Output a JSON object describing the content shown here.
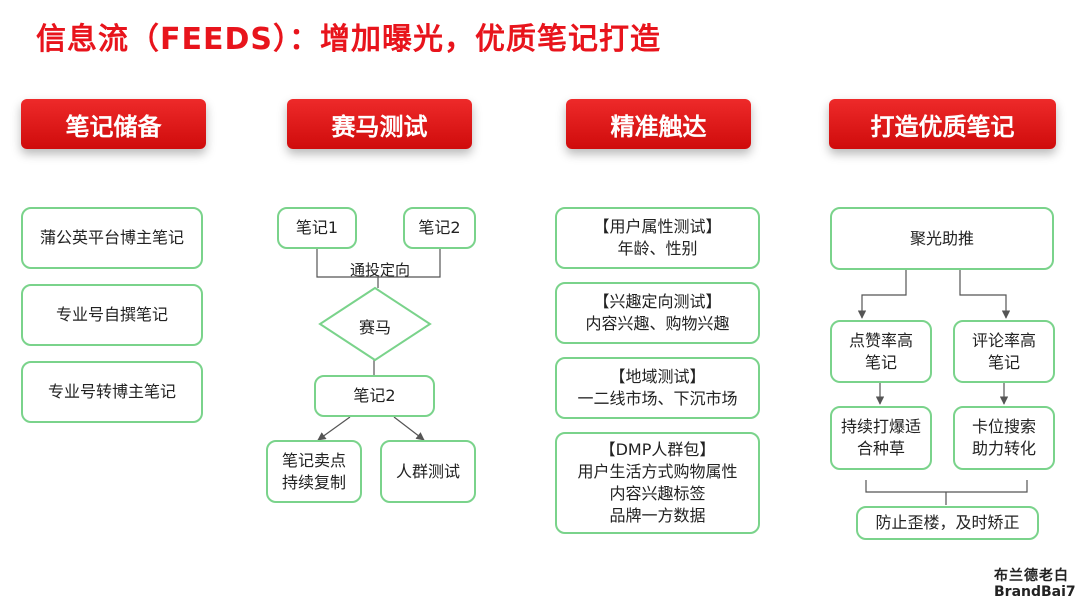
{
  "title": "信息流（FEEDS）：增加曝光，优质笔记打造",
  "columns": [
    {
      "header": "笔记储备",
      "boxes": [
        "蒲公英平台博主笔记",
        "专业号自撰笔记",
        "专业号转博主笔记"
      ]
    },
    {
      "header": "赛马测试",
      "note1": "笔记1",
      "note2": "笔记2",
      "targeting_label": "通投定向",
      "race": "赛马",
      "winner": "笔记2",
      "out1": [
        "笔记卖点",
        "持续复制"
      ],
      "out2": "人群测试"
    },
    {
      "header": "精准触达",
      "boxes": [
        [
          "【用户属性测试】",
          "年龄、性别"
        ],
        [
          "【兴趣定向测试】",
          "内容兴趣、购物兴趣"
        ],
        [
          "【地域测试】",
          "一二线市场、下沉市场"
        ],
        [
          "【DMP人群包】",
          "用户生活方式购物属性",
          "内容兴趣标签",
          "品牌一方数据"
        ]
      ]
    },
    {
      "header": "打造优质笔记",
      "top": "聚光助推",
      "left_mid": [
        "点赞率高",
        "笔记"
      ],
      "right_mid": [
        "评论率高",
        "笔记"
      ],
      "left_bottom": [
        "持续打爆适",
        "合种草"
      ],
      "right_bottom": [
        "卡位搜索",
        "助力转化"
      ],
      "final": "防止歪楼，及时矫正"
    }
  ],
  "brand": {
    "cn": "布兰德老白",
    "en": "BrandBai7"
  }
}
